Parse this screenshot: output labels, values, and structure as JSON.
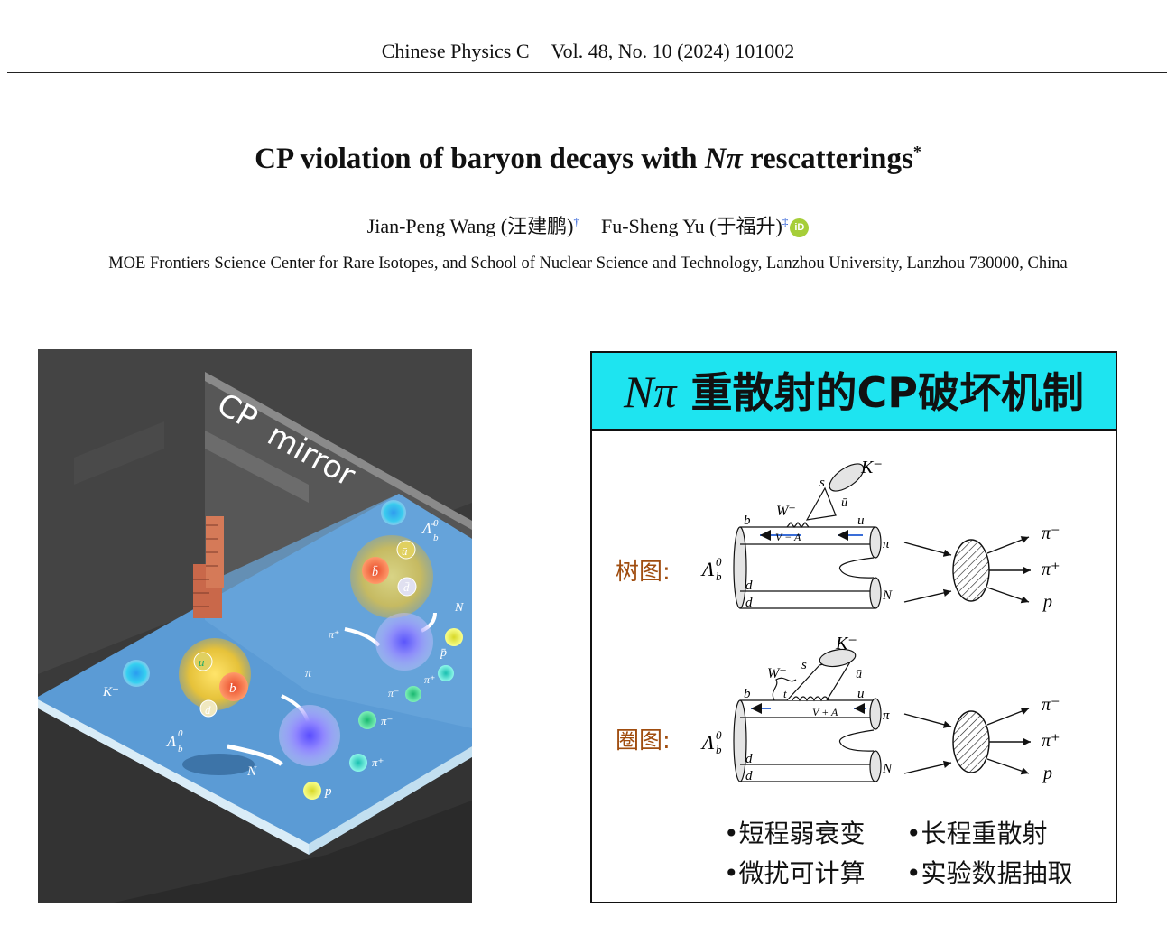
{
  "header": {
    "journal": "Chinese Physics C",
    "volume": "Vol. 48, No. 10 (2024) 101002"
  },
  "article": {
    "title_pre": "CP violation of baryon decays with ",
    "title_sym": "Nπ",
    "title_post": " rescatterings",
    "title_mark": "*",
    "author1": "Jian-Peng Wang (汪建鹏)",
    "author1_mark": "†",
    "author2": "Fu-Sheng Yu (于福升)",
    "author2_mark": "‡",
    "orcid": "iD",
    "affiliation": "MOE Frontiers Science Center for Rare Isotopes, and School of Nuclear Science and Technology, Lanzhou University, Lanzhou 730000, China"
  },
  "left_figure": {
    "mirror_label_1": "CP",
    "mirror_label_2": "mirror",
    "labels": [
      "K⁻",
      "u",
      "b",
      "d",
      "Λ",
      "0",
      "b",
      "π",
      "N",
      "π⁻",
      "π⁺",
      "p"
    ],
    "mirror_labels": [
      "Λ̄",
      "0",
      "b",
      "ū",
      "b̄",
      "d̄",
      "N",
      "π⁺",
      "p̄",
      "π⁻",
      "π⁺"
    ]
  },
  "right_figure": {
    "heading_sym": "Nπ",
    "heading_text": " 重散射的CP破坏机制",
    "tree_label": "树图:",
    "loop_label": "圈图:",
    "bullets": [
      "•短程弱衰变",
      "•长程重散射",
      "•微扰可计算",
      "•实验数据抽取"
    ],
    "tree": {
      "lambda": "Λ",
      "lambda_sup": "0",
      "lambda_sub": "b",
      "quarks": [
        "b",
        "u",
        "d"
      ],
      "w": "W⁻",
      "va": "V − A",
      "s": "s",
      "ubar": "ū",
      "kaon": "K⁻",
      "pi": "π",
      "n": "N",
      "out": [
        "π⁻",
        "π⁺",
        "p"
      ]
    },
    "loop": {
      "lambda": "Λ",
      "lambda_sup": "0",
      "lambda_sub": "b",
      "quarks": [
        "b",
        "u",
        "d"
      ],
      "w": "W⁻",
      "t": "t",
      "va": "V + A",
      "s": "s",
      "ubar": "ū",
      "kaon": "K⁻",
      "pi": "π",
      "n": "N",
      "out": [
        "π⁻",
        "π⁺",
        "p"
      ]
    }
  }
}
